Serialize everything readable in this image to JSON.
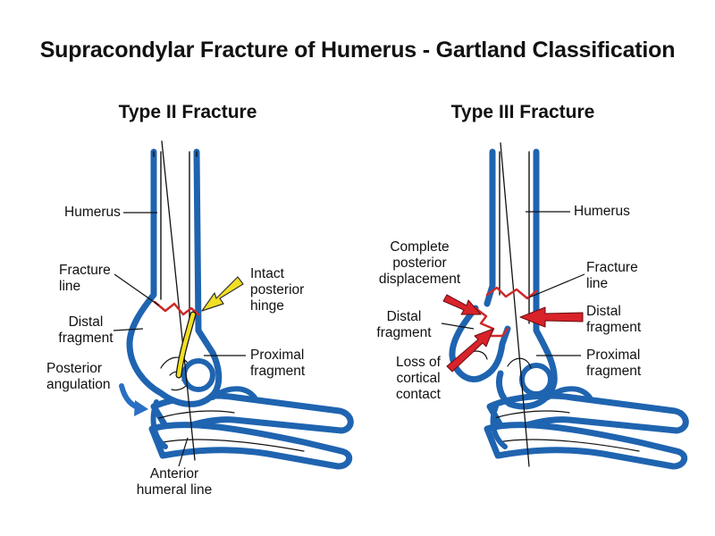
{
  "title": "Supracondylar Fracture of Humerus - Gartland Classification",
  "panels": [
    {
      "title": "Type II Fracture",
      "labels": {
        "humerus": "Humerus",
        "fracture_line": [
          "Fracture",
          "line"
        ],
        "intact_hinge": [
          "Intact",
          "posterior",
          "hinge"
        ],
        "distal_fragment": [
          "Distal",
          "fragment"
        ],
        "proximal_fragment": [
          "Proximal",
          "fragment"
        ],
        "posterior_angulation": [
          "Posterior",
          "angulation"
        ],
        "anterior_humeral_line": [
          "Anterior",
          "humeral line"
        ]
      }
    },
    {
      "title": "Type III Fracture",
      "labels": {
        "humerus": "Humerus",
        "complete_displacement": [
          "Complete",
          "posterior",
          "displacement"
        ],
        "fracture_line": [
          "Fracture",
          "line"
        ],
        "distal_fragment_left": [
          "Distal",
          "fragment"
        ],
        "distal_fragment_right": [
          "Distal",
          "fragment"
        ],
        "loss_cortical_contact": [
          "Loss of",
          "cortical",
          "contact"
        ],
        "proximal_fragment": [
          "Proximal",
          "fragment"
        ]
      }
    }
  ],
  "colors": {
    "bone_outline": "#1f64b0",
    "fracture": "#cc2a2a",
    "hinge_arrow": "#f1df23",
    "red_arrow": "#d8232a",
    "angulation_arrow": "#2a6fc4"
  }
}
